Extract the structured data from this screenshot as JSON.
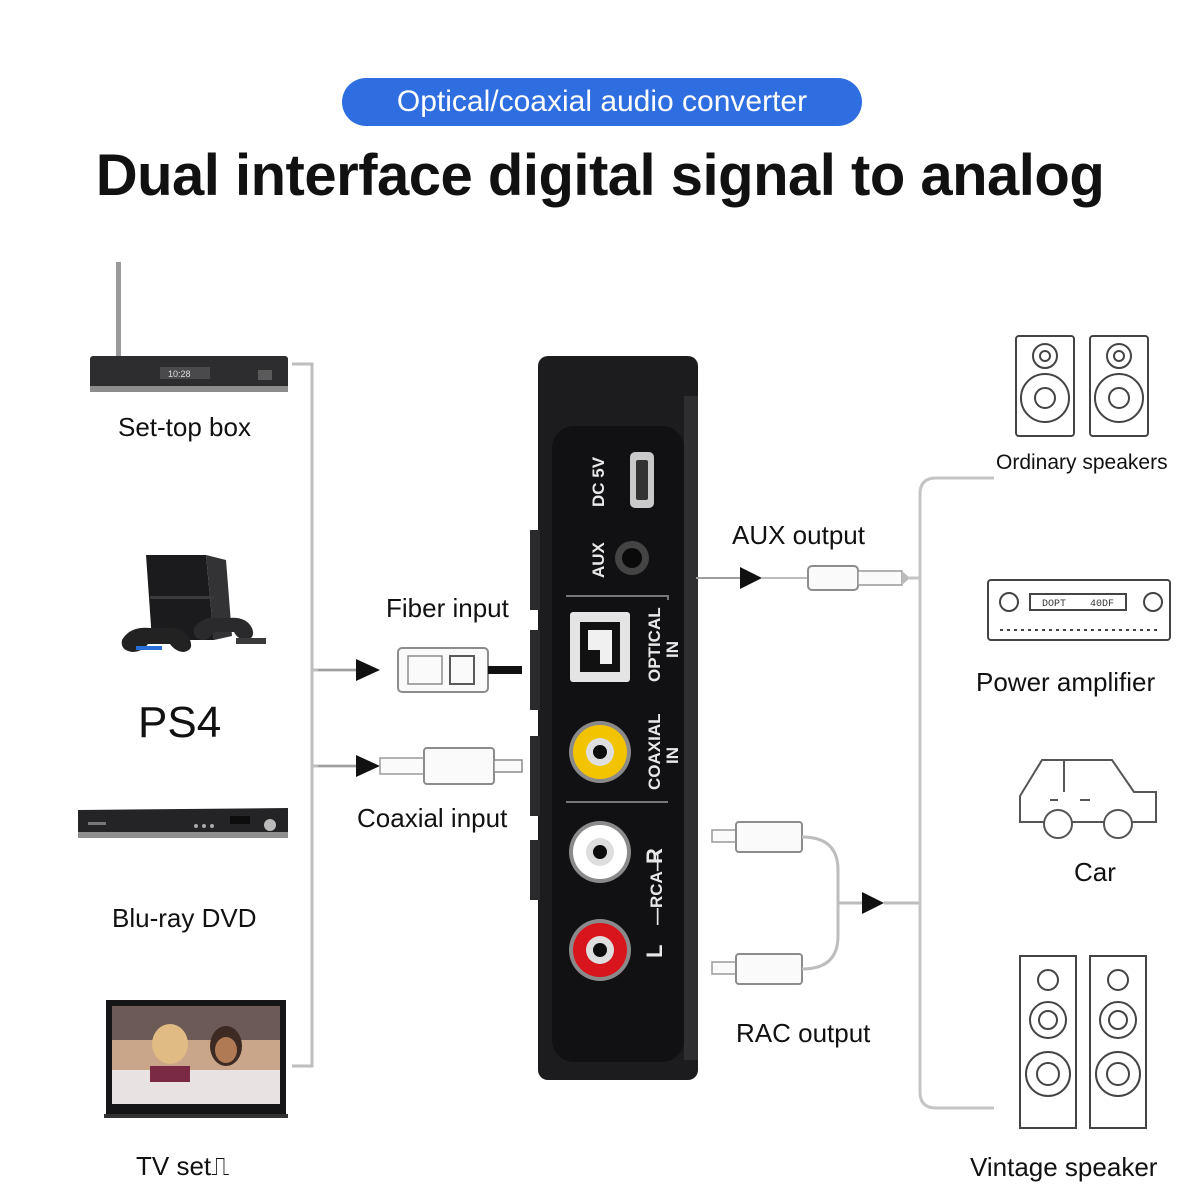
{
  "badge": "Optical/coaxial audio converter",
  "title": "Dual interface digital signal to analog",
  "sources": {
    "set_top_box": "Set-top box",
    "ps4": "PS4",
    "bluray": "Blu-ray DVD",
    "tv": "TV set⎍"
  },
  "inputs": {
    "fiber": "Fiber input",
    "coaxial": "Coaxial input"
  },
  "outputs": {
    "aux": "AUX output",
    "rca": "RAC output"
  },
  "device_ports": {
    "dc": "DC 5V",
    "aux": "AUX",
    "optical_line1": "OPTICAL",
    "optical_line2": "IN",
    "coaxial_line1": "COAXIAL",
    "coaxial_line2": "IN",
    "right": "R",
    "rca": "L —RCA— R",
    "left": "L",
    "rca_mid": "—RCA—"
  },
  "destinations": {
    "ordinary_speakers": "Ordinary speakers",
    "power_amplifier": "Power amplifier",
    "car": "Car",
    "vintage_speaker": "Vintage speaker"
  },
  "colors": {
    "badge_bg": "#2f6ee0",
    "device_body": "#1c1c1e",
    "coax_ring": "#f2c400",
    "rca_left": "#d8141c",
    "rca_right": "#ffffff"
  }
}
